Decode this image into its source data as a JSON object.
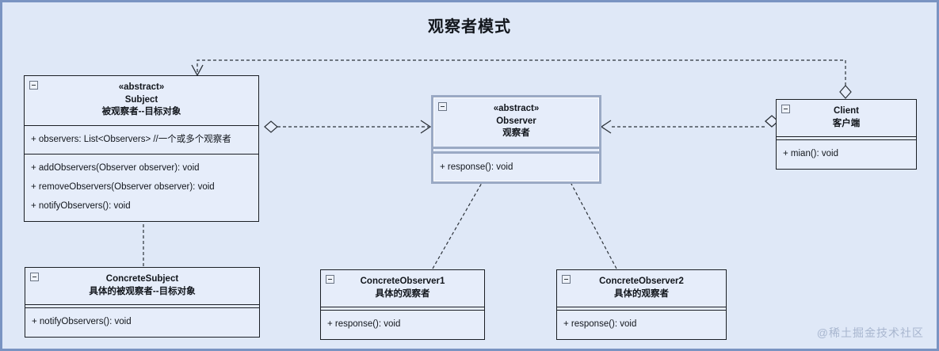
{
  "diagram": {
    "title": "观察者模式",
    "watermark": "@稀土掘金技术社区",
    "colors": {
      "canvas_bg": "#dfe8f7",
      "canvas_border": "#7a94c2",
      "class_fill": "#e6edfa",
      "class_border": "#1b1f25",
      "selected_border": "#9aa9c4",
      "edge": "#2b3138",
      "watermark": "#a8b6cf"
    }
  },
  "classes": {
    "subject": {
      "stereotype": "«abstract»",
      "name": "Subject",
      "cn_name": "被观察者--目标对象",
      "attributes": [
        "+ observers: List<Observers> //一个或多个观察者"
      ],
      "operations": [
        "+ addObservers(Observer observer): void",
        "+ removeObservers(Observer observer): void",
        "+ notifyObservers(): void"
      ]
    },
    "observer": {
      "stereotype": "«abstract»",
      "name": "Observer",
      "cn_name": "观察者",
      "attributes": [],
      "operations": [
        "+ response(): void"
      ]
    },
    "client": {
      "stereotype": "",
      "name": "Client",
      "cn_name": "客户端",
      "attributes": [],
      "operations": [
        "+ mian(): void"
      ]
    },
    "concrete_subject": {
      "stereotype": "",
      "name": "ConcreteSubject",
      "cn_name": "具体的被观察者--目标对象",
      "attributes": [],
      "operations": [
        "+ notifyObservers(): void"
      ]
    },
    "concrete_observer1": {
      "stereotype": "",
      "name": "ConcreteObserver1",
      "cn_name": "具体的观察者",
      "attributes": [],
      "operations": [
        "+ response(): void"
      ]
    },
    "concrete_observer2": {
      "stereotype": "",
      "name": "ConcreteObserver2",
      "cn_name": "具体的观察者",
      "attributes": [],
      "operations": [
        "+ response(): void"
      ]
    }
  },
  "relationships": [
    {
      "id": "client-to-subject",
      "type": "dependency-aggregation",
      "from": "client",
      "to": "subject",
      "style": "dashed",
      "source_marker": "hollow-diamond",
      "target_marker": "open-arrow"
    },
    {
      "id": "subject-to-observer",
      "type": "dependency-aggregation",
      "from": "subject",
      "to": "observer",
      "style": "dashed",
      "source_marker": "hollow-diamond",
      "target_marker": "open-arrow"
    },
    {
      "id": "client-to-observer",
      "type": "dependency-aggregation",
      "from": "client",
      "to": "observer",
      "style": "dashed",
      "source_marker": "hollow-diamond",
      "target_marker": "open-arrow"
    },
    {
      "id": "concretesubject-realizes-subject",
      "type": "realization",
      "from": "concrete_subject",
      "to": "subject",
      "style": "dashed",
      "target_marker": "hollow-triangle"
    },
    {
      "id": "concreteobserver1-realizes-observer",
      "type": "realization",
      "from": "concrete_observer1",
      "to": "observer",
      "style": "dashed",
      "target_marker": "hollow-triangle"
    },
    {
      "id": "concreteobserver2-realizes-observer",
      "type": "realization",
      "from": "concrete_observer2",
      "to": "observer",
      "style": "dashed",
      "target_marker": "hollow-triangle"
    }
  ]
}
